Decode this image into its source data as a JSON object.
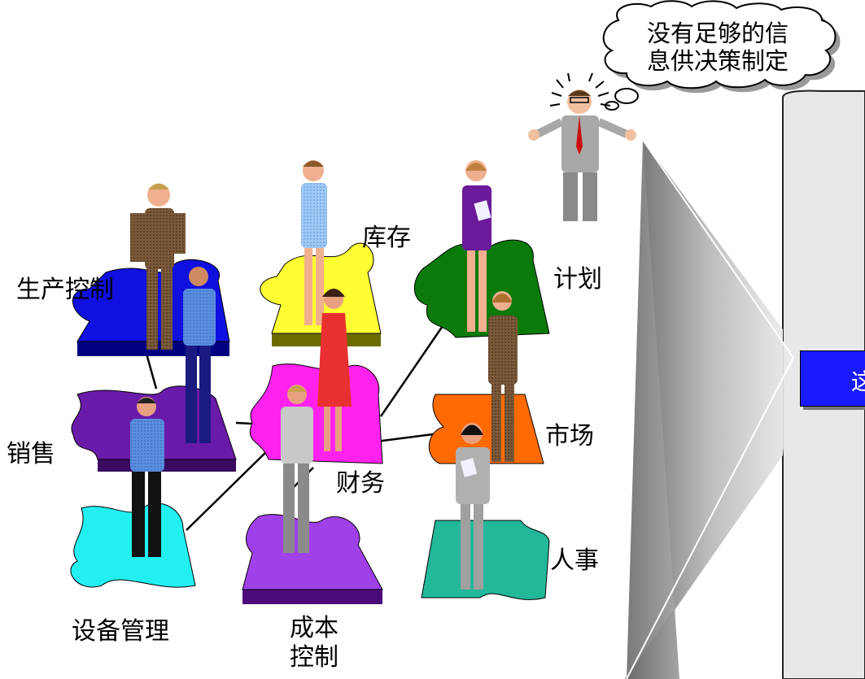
{
  "thought_bubble": {
    "line1": "没有足够的信",
    "line2": "息供决策制定"
  },
  "labels": {
    "production_control": "生产控制",
    "inventory": "库存",
    "planning": "计划",
    "sales": "销售",
    "marketing": "市场",
    "finance": "财务",
    "equipment_management": "设备管理",
    "cost_control_1": "成本",
    "cost_control_2": "控制",
    "hr": "人事"
  },
  "callout": {
    "partial_text": "这"
  },
  "colors": {
    "production_piece": "#1010e0",
    "inventory_piece": "#ffff33",
    "planning_piece": "#0a7a0a",
    "sales_piece": "#6a1aa8",
    "finance_piece": "#ff22ee",
    "marketing_piece": "#ff6a00",
    "equipment_piece": "#22f0f0",
    "cost_piece": "#a040e8",
    "hr_piece": "#22b89a",
    "panel": "#e8e8e8",
    "callout_box": "#1a1aff"
  }
}
